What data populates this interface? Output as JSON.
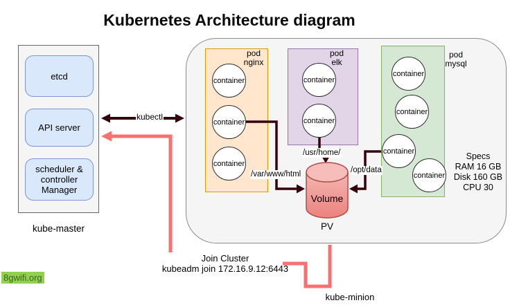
{
  "title": "Kubernetes Architecture diagram",
  "master": {
    "label": "kube-master",
    "components": [
      "etcd",
      "API server",
      "scheduler &\ncontroller\nManager"
    ]
  },
  "minion": {
    "label": "kube-minion",
    "pods": [
      {
        "label": "pod\nnginx",
        "containers": [
          "container",
          "container",
          "container"
        ]
      },
      {
        "label": "pod\nelk",
        "containers": [
          "container",
          "container"
        ]
      },
      {
        "label": "pod\nmysql",
        "containers": [
          "container",
          "container",
          "container",
          "container"
        ]
      }
    ],
    "specs": {
      "lines": [
        "Specs",
        "RAM 16 GB",
        "Disk 160 GB",
        "CPU 30"
      ]
    }
  },
  "connections": {
    "kubectl": "kubectl",
    "nginx_mount": "/var/www/html",
    "elk_mount": "/usr/home/",
    "mysql_mount": "/opt/data"
  },
  "volume": {
    "label": "Volume",
    "caption": "PV"
  },
  "join": {
    "line1": "Join Cluster",
    "line2": "kubeadm join 172.16.9.12:6443"
  },
  "watermark": "8gwifi.org",
  "colors": {
    "pod_nginx_fill": "#ffe6cc",
    "pod_nginx_border": "#d79b00",
    "pod_elk_fill": "#e1d5e7",
    "pod_elk_border": "#9673a6",
    "pod_mysql_fill": "#d5e8d4",
    "pod_mysql_border": "#82b366",
    "master_component_fill": "#dae8fc",
    "master_component_border": "#7b97cf",
    "node_fill": "#f5f5f5",
    "volume_fill_top": "#f5b6b3",
    "volume_fill_bottom": "#ec827d",
    "volume_border": "#a84f4a",
    "dark_arrow": "#33000b",
    "pink_arrow": "#f87171",
    "watermark_bg": "#92d050"
  }
}
